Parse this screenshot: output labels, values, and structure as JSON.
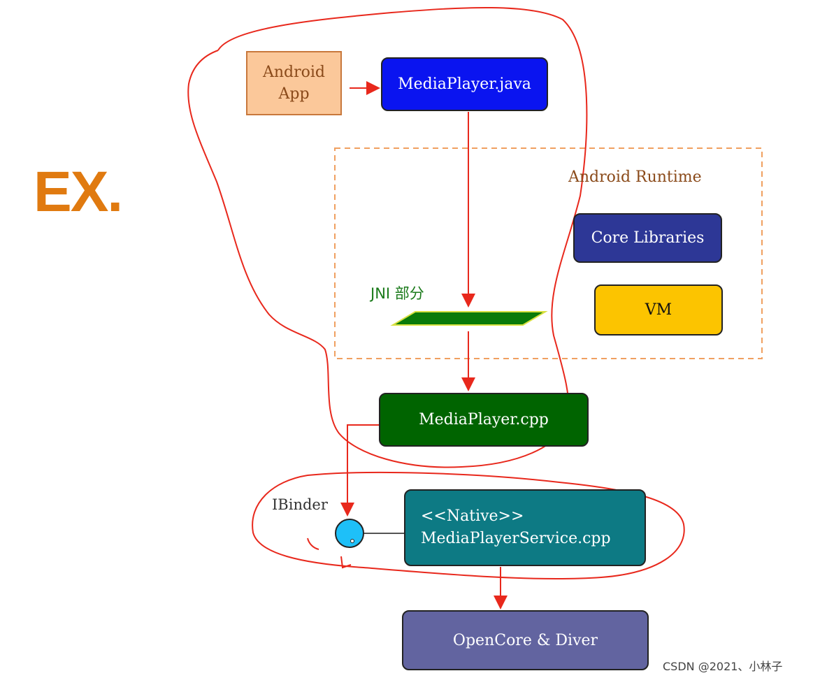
{
  "title": "EX.",
  "nodes": {
    "android_app": "Android App",
    "mediaplayer_java": "MediaPlayer.java",
    "android_runtime": "Android Runtime",
    "core_libraries": "Core Libraries",
    "vm": "VM",
    "jni": "JNI 部分",
    "mediaplayer_cpp": "MediaPlayer.cpp",
    "ibinder": "IBinder",
    "native_service_line1": "<<Native>>",
    "native_service_line2": "MediaPlayerService.cpp",
    "opencore": "OpenCore & Diver"
  },
  "watermark": "CSDN @2021、小林子",
  "colors": {
    "title": "#e07a10",
    "arrow": "#e8281c",
    "annotation": "#e8281c",
    "runtime_border": "#f0a060"
  }
}
